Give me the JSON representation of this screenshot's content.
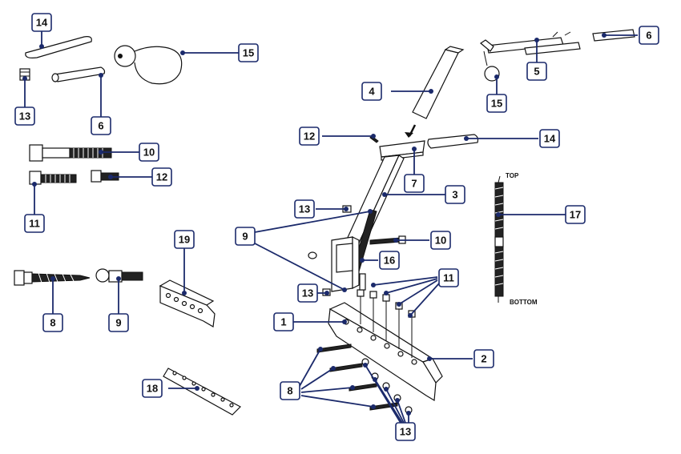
{
  "colors": {
    "callout_border": "#1b2a6b",
    "leader": "#1b2a6b",
    "ink": "#111111"
  },
  "labels": {
    "top": "TOP",
    "bottom": "BOTTOM"
  },
  "callouts": {
    "c14a": "14",
    "c15a": "15",
    "c13a": "13",
    "c6a": "6",
    "c10a": "10",
    "c12a": "12",
    "c11a": "11",
    "c8a": "8",
    "c9a": "9",
    "c19": "19",
    "c18": "18",
    "c4": "4",
    "c5": "5",
    "c6b": "6",
    "c15b": "15",
    "c12b": "12",
    "c14b": "14",
    "c7": "7",
    "c3": "3",
    "c13b": "13",
    "c9b": "9",
    "c10b": "10",
    "c16": "16",
    "c17": "17",
    "c13c": "13",
    "c11b": "11",
    "c1": "1",
    "c2": "2",
    "c8b": "8",
    "c13d": "13"
  }
}
